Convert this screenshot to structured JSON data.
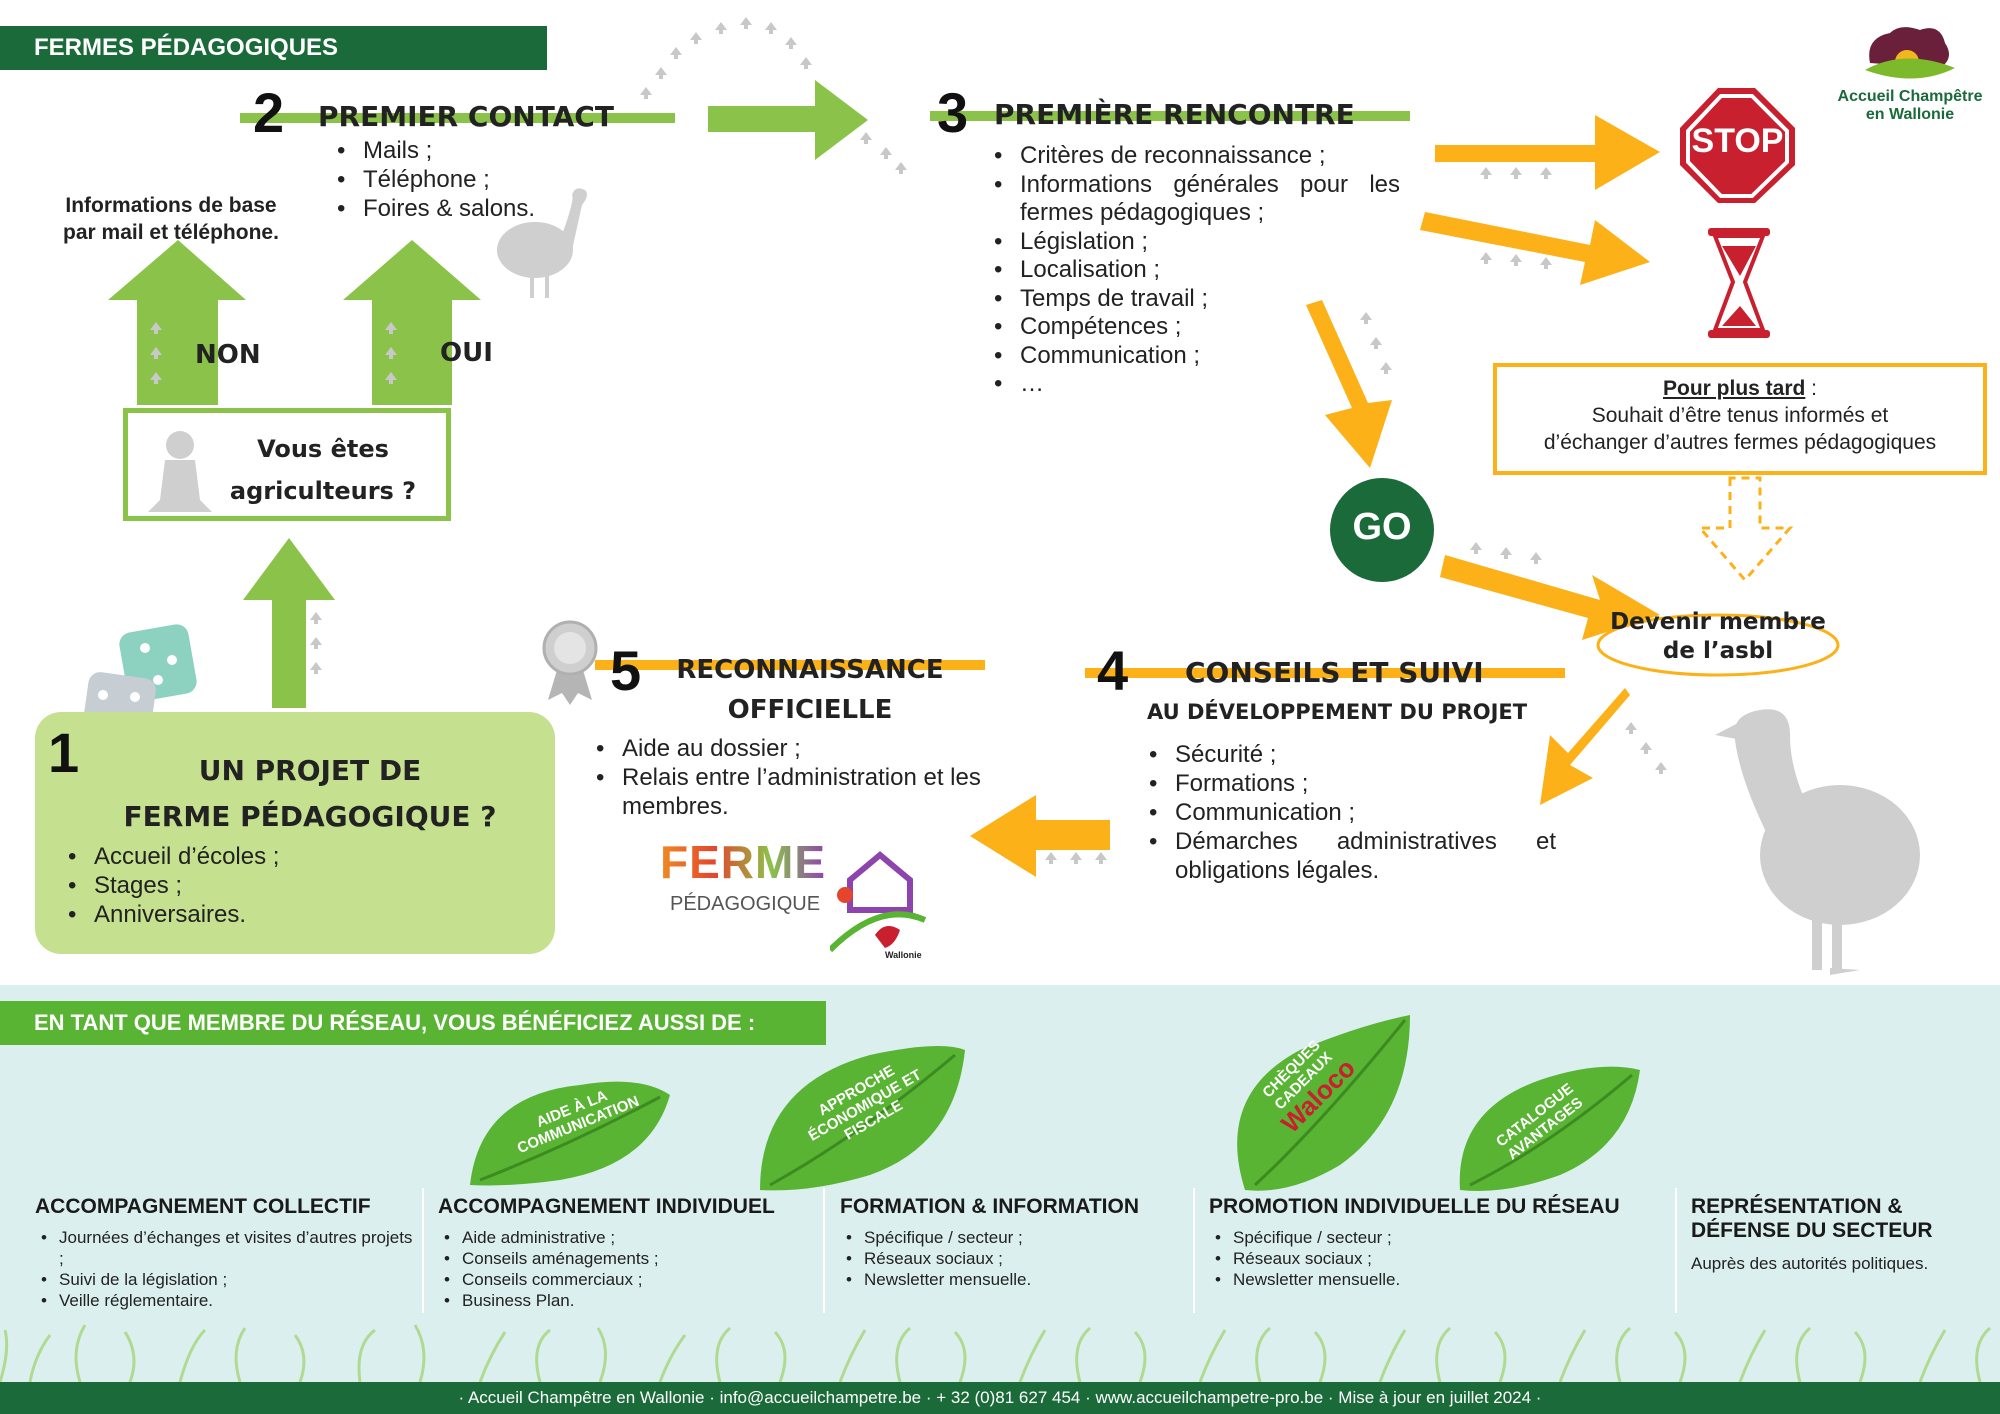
{
  "header": {
    "title": "FERMES PÉDAGOGIQUES"
  },
  "logo": {
    "line1": "Accueil Champêtre",
    "line2": "en Wallonie"
  },
  "step1": {
    "number": "1",
    "title_line1": "UN PROJET DE",
    "title_line2": "FERME PÉDAGOGIQUE ?",
    "items": [
      "Accueil d’écoles ;",
      "Stages ;",
      "Anniversaires."
    ]
  },
  "question": {
    "line1": "Vous êtes",
    "line2": "agriculteurs ?"
  },
  "answers": {
    "no": "NON",
    "yes": "OUI"
  },
  "info_base": {
    "line1": "Informations de base",
    "line2": "par mail et téléphone."
  },
  "step2": {
    "number": "2",
    "title": "PREMIER CONTACT",
    "items": [
      "Mails ;",
      "Téléphone ;",
      "Foires & salons."
    ]
  },
  "step3": {
    "number": "3",
    "title": "PREMIÈRE RENCONTRE",
    "items": [
      "Critères de reconnaissance ;",
      "Informations générales pour les fermes pédagogiques ;",
      "Législation ;",
      "Localisation ;",
      "Temps de travail ;",
      "Compétences ;",
      "Communication ;",
      "…"
    ]
  },
  "stop": {
    "label": "STOP"
  },
  "later": {
    "title": "Pour plus tard",
    "colon": " :",
    "line1": "Souhait d’être tenus informés et",
    "line2": "d’échanger d’autres fermes pédagogiques"
  },
  "go": {
    "label": "GO"
  },
  "member": {
    "line1": "Devenir membre",
    "line2": "de l’asbl"
  },
  "step4": {
    "number": "4",
    "title": "CONSEILS ET SUIVI",
    "subtitle": "AU DÉVELOPPEMENT DU PROJET",
    "items": [
      "Sécurité ;",
      "Formations ;",
      "Communication ;",
      "Démarches administratives et obligations légales."
    ]
  },
  "step5": {
    "number": "5",
    "title_line1": "RECONNAISSANCE",
    "title_line2": "OFFICIELLE",
    "items": [
      "Aide au dossier ;",
      "Relais entre l’administration et les membres."
    ]
  },
  "ferme_logo": {
    "word": "FERME",
    "sub": "PÉDAGOGIQUE",
    "region": "Wallonie"
  },
  "benefits": {
    "title": "EN TANT QUE MEMBRE DU RÉSEAU, VOUS BÉNÉFICIEZ AUSSI DE :",
    "leaves": [
      {
        "line1": "AIDE À LA",
        "line2": "COMMUNICATION"
      },
      {
        "line1": "APPROCHE",
        "line2": "ÉCONOMIQUE ET",
        "line3": "FISCALE"
      },
      {
        "line1": "CHÈQUES",
        "line2": "CADEAUX",
        "brand": "Waloco"
      },
      {
        "line1": "CATALOGUE",
        "line2": "AVANTAGES"
      }
    ],
    "columns": [
      {
        "title": "ACCOMPAGNEMENT COLLECTIF",
        "items": [
          "Journées d’échanges et visites d’autres projets ;",
          "Suivi de la législation ;",
          "Veille réglementaire."
        ]
      },
      {
        "title": "ACCOMPAGNEMENT INDIVIDUEL",
        "items": [
          "Aide administrative ;",
          "Conseils aménagements ;",
          "Conseils commerciaux ;",
          "Business Plan."
        ]
      },
      {
        "title": "FORMATION & INFORMATION",
        "items": [
          "Spécifique / secteur ;",
          "Réseaux sociaux ;",
          "Newsletter mensuelle."
        ]
      },
      {
        "title": "PROMOTION INDIVIDUELLE DU RÉSEAU",
        "items": [
          "Spécifique / secteur ;",
          "Réseaux sociaux ;",
          "Newsletter mensuelle."
        ]
      },
      {
        "title_line1": "REPRÉSENTATION &",
        "title_line2": "DÉFENSE DU SECTEUR",
        "text": "Auprès des autorités politiques."
      }
    ]
  },
  "footer": {
    "text": "· Accueil Champêtre en Wallonie · info@accueilchampetre.be · + 32 (0)81 627 454 · www.accueilchampetre-pro.be · Mise à jour en juillet 2024 ·"
  },
  "colors": {
    "dark_green": "#1b6a3a",
    "light_green": "#8bc34a",
    "orange": "#fbb117",
    "pale_green": "#c5e08f",
    "bg_bottom": "#dbefef",
    "red": "#c8202f"
  }
}
